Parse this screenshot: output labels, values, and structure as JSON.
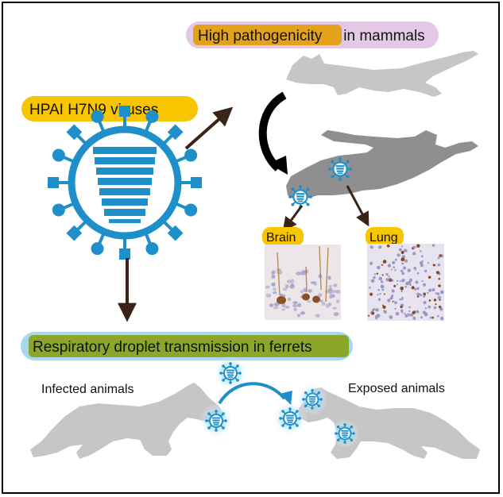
{
  "labels": {
    "high_pathogenicity_highlight": "High pathogenicity",
    "high_pathogenicity_rest": " in mammals",
    "virus_name": "HPAI H7N9 viruses",
    "brain": "Brain",
    "lung": "Lung",
    "transmission": "Respiratory droplet transmission in ferrets",
    "infected": "Infected animals",
    "exposed": "Exposed animals"
  },
  "colors": {
    "virus_blue": "#1f8fc9",
    "yellow_label": "#f7c600",
    "orange_highlight": "#e2a21a",
    "pink_banner": "#e4c9e6",
    "green_banner": "#8ca62c",
    "blue_border": "#a6d9ee",
    "ferret_light": "#c6c6c6",
    "ferret_dark": "#8f8f8f",
    "arrow_brown": "#3a2418",
    "glow": "#7fd4f5"
  },
  "icons": {
    "large_virus": "influenza-virus-icon",
    "small_virus": "virus-particle-icon",
    "ferret": "ferret-silhouette",
    "curved_arrow": "curved-arrow-icon"
  }
}
